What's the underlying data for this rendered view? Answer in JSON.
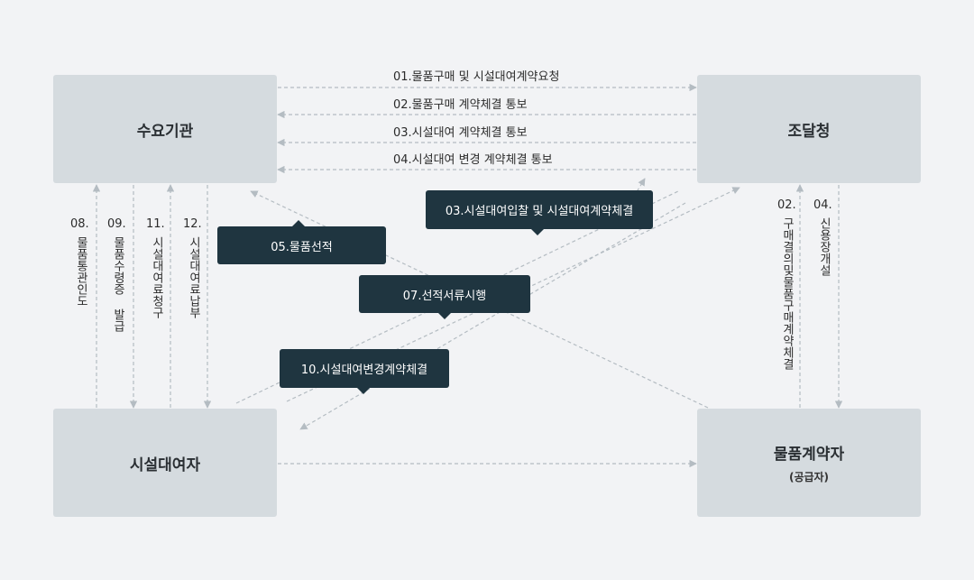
{
  "nodes": {
    "demand_agency": "수요기관",
    "procurement_service": "조달청",
    "facility_lessor": "시설대여자",
    "goods_contractor": "물품계약자",
    "goods_contractor_sub": "(공급자)"
  },
  "edges": {
    "e01": "01.물품구매 및 시설대여계약요청",
    "e02": "02.물품구매 계약체결 통보",
    "e03": "03.시설대여 계약체결 통보",
    "e04": "04.시설대여 변경 계약체결 통보",
    "v08_num": "08.",
    "v08_text": "물품통관인도",
    "v09_num": "09.",
    "v09_text": "물품수령증 발급",
    "v11_num": "11.",
    "v11_text": "시설대여료청구",
    "v12_num": "12.",
    "v12_text": "시설대여료납부",
    "r02_num": "02.",
    "r02_text": "구매결의및물품구매계약체결",
    "r04_num": "04.",
    "r04_text": "신용장개설"
  },
  "callouts": {
    "c03": "03.시설대여입찰 및 시설대여계약체결",
    "c05": "05.물품선적",
    "c07": "07.선적서류시행",
    "c10": "10.시설대여변경계약체결"
  },
  "colors": {
    "box": "#d5dbdf",
    "callout": "#1f3540",
    "line": "#b4bcc2",
    "background": "#f2f3f5"
  }
}
